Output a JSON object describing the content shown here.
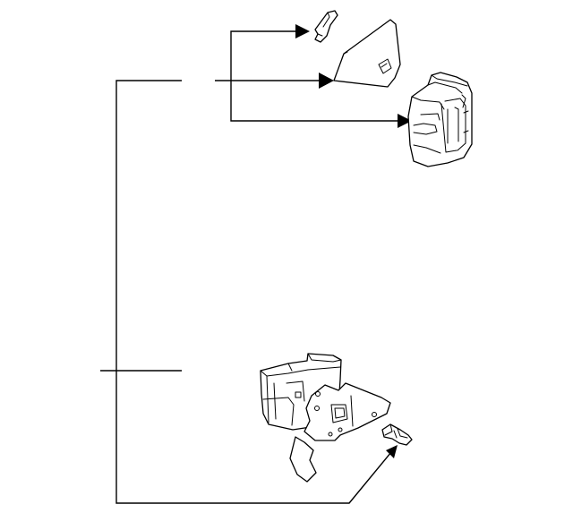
{
  "diagram": {
    "background": "#ffffff",
    "stroke_color": "#000000",
    "parts": [
      {
        "id": "clip",
        "icon": "clip-icon"
      },
      {
        "id": "cover-plate",
        "icon": "cover-plate-icon"
      },
      {
        "id": "housing",
        "icon": "housing-icon"
      },
      {
        "id": "bracket-assembly",
        "icon": "bracket-assembly-icon"
      },
      {
        "id": "bulb-socket",
        "icon": "bulb-socket-icon"
      }
    ],
    "callouts": []
  }
}
